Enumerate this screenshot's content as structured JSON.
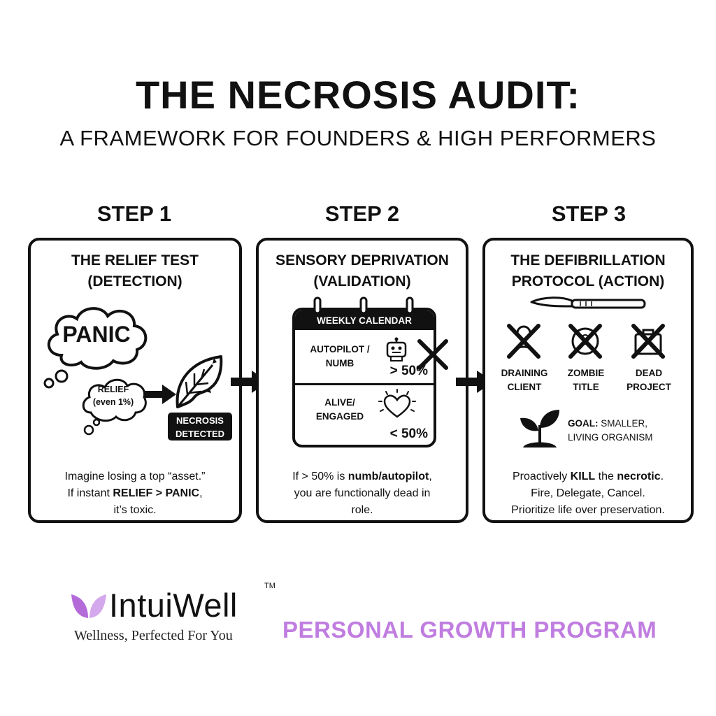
{
  "title": "THE NECROSIS AUDIT:",
  "subtitle": "A FRAMEWORK FOR FOUNDERS & HIGH PERFORMERS",
  "steps": [
    {
      "label": "STEP 1",
      "heading_line1": "THE RELIEF TEST",
      "heading_line2": "(DETECTION)",
      "panic": "PANIC",
      "relief_line1": "RELIEF",
      "relief_line2": "(even 1%)",
      "badge_line1": "NECROSIS",
      "badge_line2": "DETECTED",
      "body_line1": "Imagine losing a top “asset.”",
      "body_pre": "If instant ",
      "body_bold": "RELIEF > PANIC",
      "body_post": ",",
      "body_line3": "it’s toxic."
    },
    {
      "label": "STEP 2",
      "heading_line1": "SENSORY DEPRIVATION",
      "heading_line2": "(VALIDATION)",
      "calendar_title": "WEEKLY CALENDAR",
      "autopilot_line1": "AUTOPILOT /",
      "autopilot_line2": "NUMB",
      "autopilot_pct": "> 50%",
      "alive_line1": "ALIVE/",
      "alive_line2": "ENGAGED",
      "alive_pct": "< 50%",
      "body_pre": "If > 50% is ",
      "body_bold": "numb/autopilot",
      "body_post": ",",
      "body_line2": "you are functionally dead in",
      "body_line3": "role."
    },
    {
      "label": "STEP 3",
      "heading_line1": "THE DEFIBRILLATION",
      "heading_line2": "PROTOCOL (ACTION)",
      "items": [
        {
          "line1": "DRAINING",
          "line2": "CLIENT",
          "icon": "crossed-person-icon"
        },
        {
          "line1": "ZOMBIE",
          "line2": "TITLE",
          "icon": "crossed-badge-icon"
        },
        {
          "line1": "DEAD",
          "line2": "PROJECT",
          "icon": "crossed-briefcase-icon"
        }
      ],
      "goal_label": "GOAL:",
      "goal_line1": " SMALLER,",
      "goal_line2": "LIVING ORGANISM",
      "body_pre": "Proactively ",
      "body_bold1": "KILL",
      "body_mid": " the ",
      "body_bold2": "necrotic",
      "body_post": ".",
      "body_line2": "Fire, Delegate, Cancel.",
      "body_line3": "Prioritize life over preservation."
    }
  ],
  "brand": {
    "name": "IntuiWell",
    "trademark": "TM",
    "tagline": "Wellness, Perfected For You",
    "program": "PERSONAL GROWTH PROGRAM",
    "logo_color": "#c07de0"
  }
}
